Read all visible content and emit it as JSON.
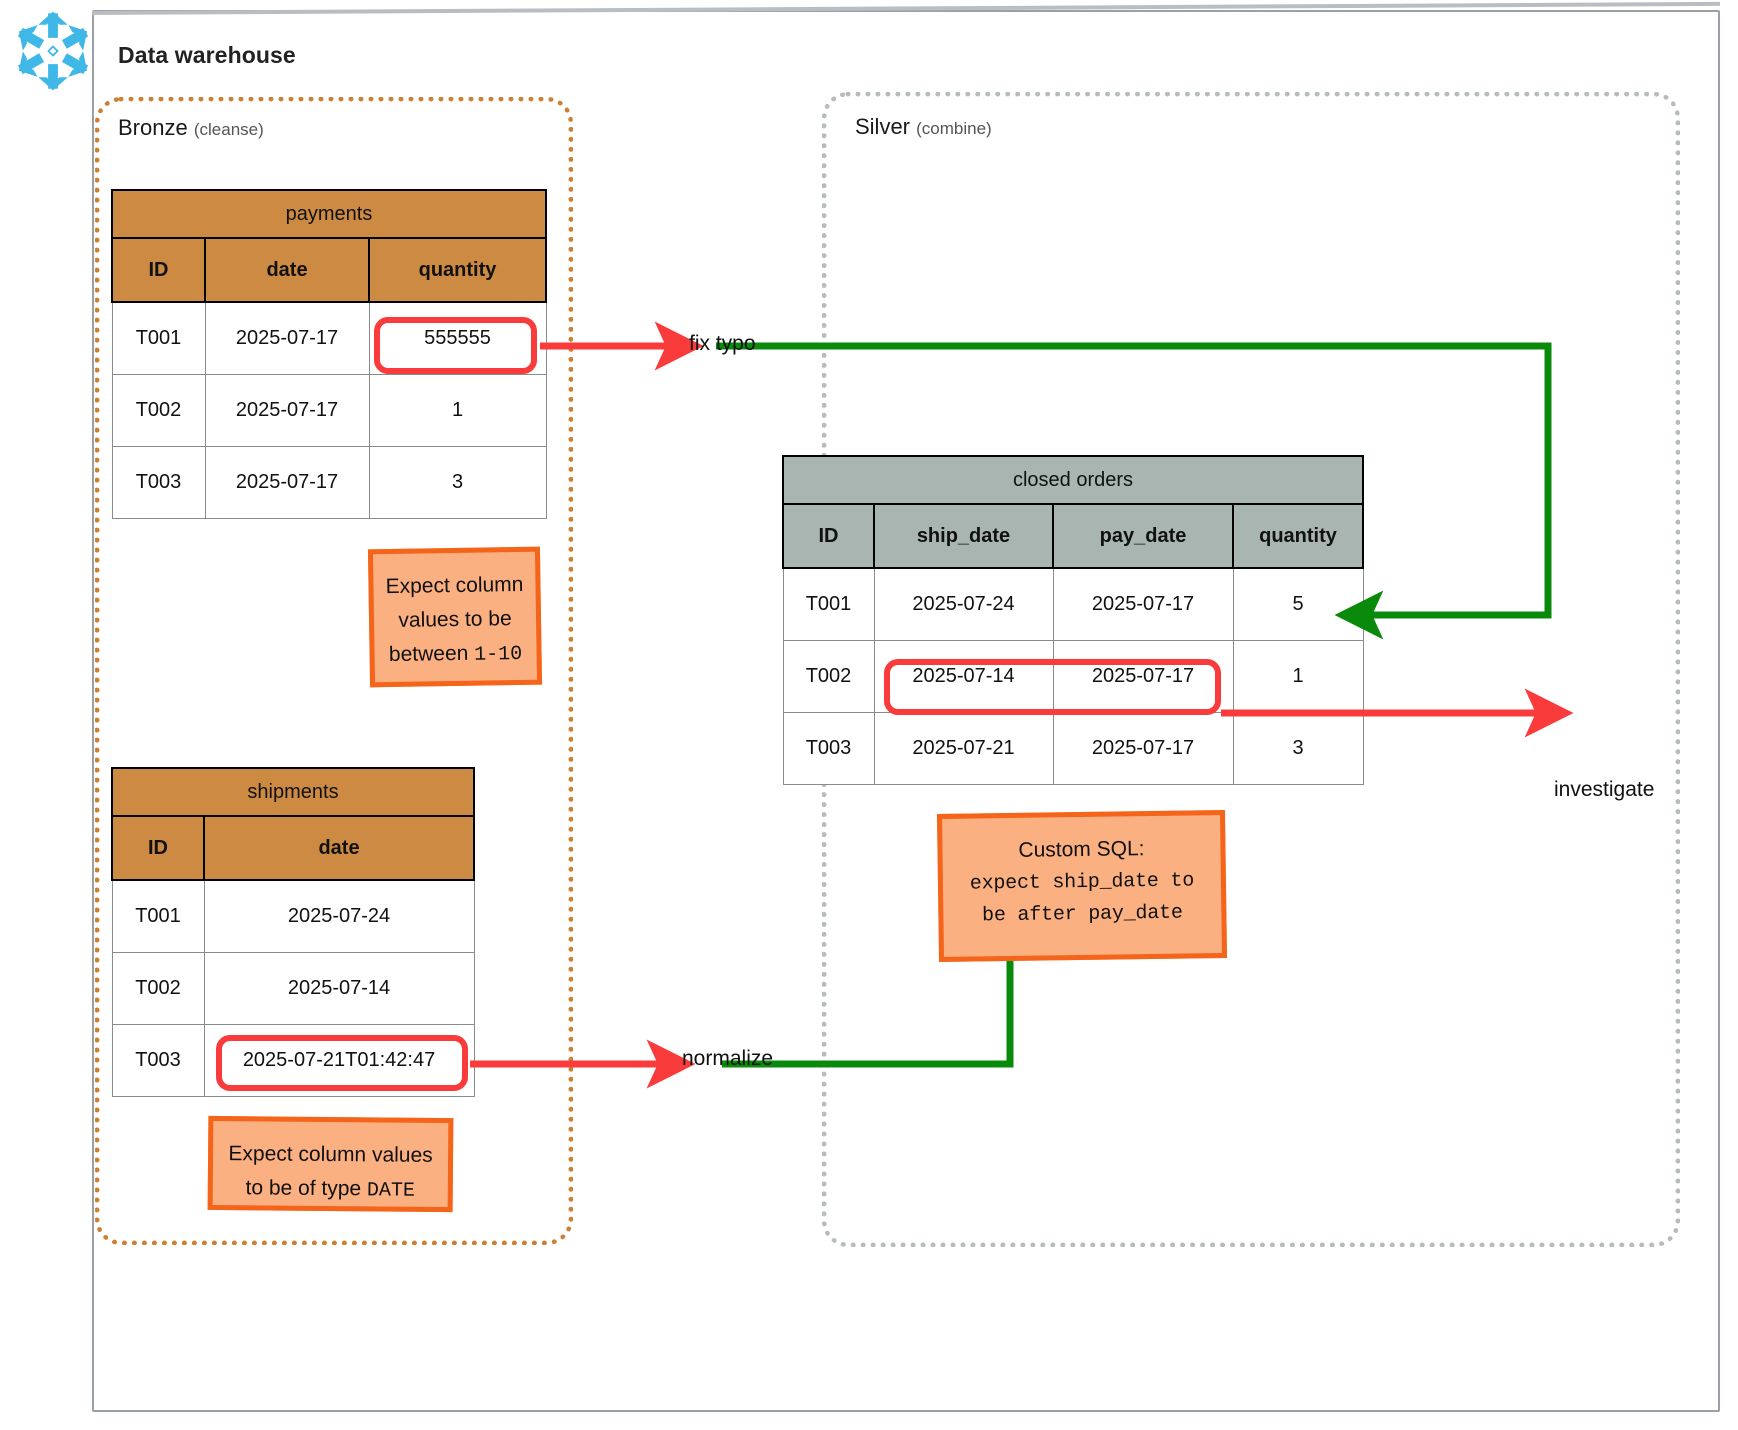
{
  "header": {
    "title": "Data warehouse",
    "logo_icon": "snowflake-icon"
  },
  "zones": {
    "bronze": {
      "name": "Bronze",
      "subtitle": "(cleanse)"
    },
    "silver": {
      "name": "Silver",
      "subtitle": "(combine)"
    }
  },
  "tables": {
    "payments": {
      "title": "payments",
      "columns": [
        "ID",
        "date",
        "quantity"
      ],
      "rows": [
        [
          "T001",
          "2025-07-17",
          "555555"
        ],
        [
          "T002",
          "2025-07-17",
          "1"
        ],
        [
          "T003",
          "2025-07-17",
          "3"
        ]
      ]
    },
    "shipments": {
      "title": "shipments",
      "columns": [
        "ID",
        "date"
      ],
      "rows": [
        [
          "T001",
          "2025-07-24"
        ],
        [
          "T002",
          "2025-07-14"
        ],
        [
          "T003",
          "2025-07-21T01:42:47"
        ]
      ]
    },
    "closed_orders": {
      "title": "closed orders",
      "columns": [
        "ID",
        "ship_date",
        "pay_date",
        "quantity"
      ],
      "rows": [
        [
          "T001",
          "2025-07-24",
          "2025-07-17",
          "5"
        ],
        [
          "T002",
          "2025-07-14",
          "2025-07-17",
          "1"
        ],
        [
          "T003",
          "2025-07-21",
          "2025-07-17",
          "3"
        ]
      ]
    }
  },
  "notes": {
    "range_rule": {
      "line1": "Expect column",
      "line2": "values to be",
      "line3_prefix": "between ",
      "line3_mono": "1-10"
    },
    "type_rule": {
      "line1": "Expect column values",
      "line2_prefix": "to be of type ",
      "line2_mono": "DATE"
    },
    "custom_sql": {
      "title": "Custom SQL:",
      "line1_mono": "expect ship_date to",
      "line2_mono": "be after pay_date"
    }
  },
  "flow_labels": {
    "fix_typo": "fix typo",
    "normalize": "normalize",
    "investigate": "investigate"
  },
  "colors": {
    "bronze_header": "#cd8a42",
    "silver_header": "#a9b5b1",
    "bronze_zone_border": "#cc8033",
    "silver_zone_border": "#b6bbbb",
    "highlight_red": "#f93b3b",
    "flow_green": "#0a8a0a",
    "sticky_fill": "#fbb082",
    "sticky_border": "#f4641a",
    "logo_blue": "#3fb8e8"
  }
}
